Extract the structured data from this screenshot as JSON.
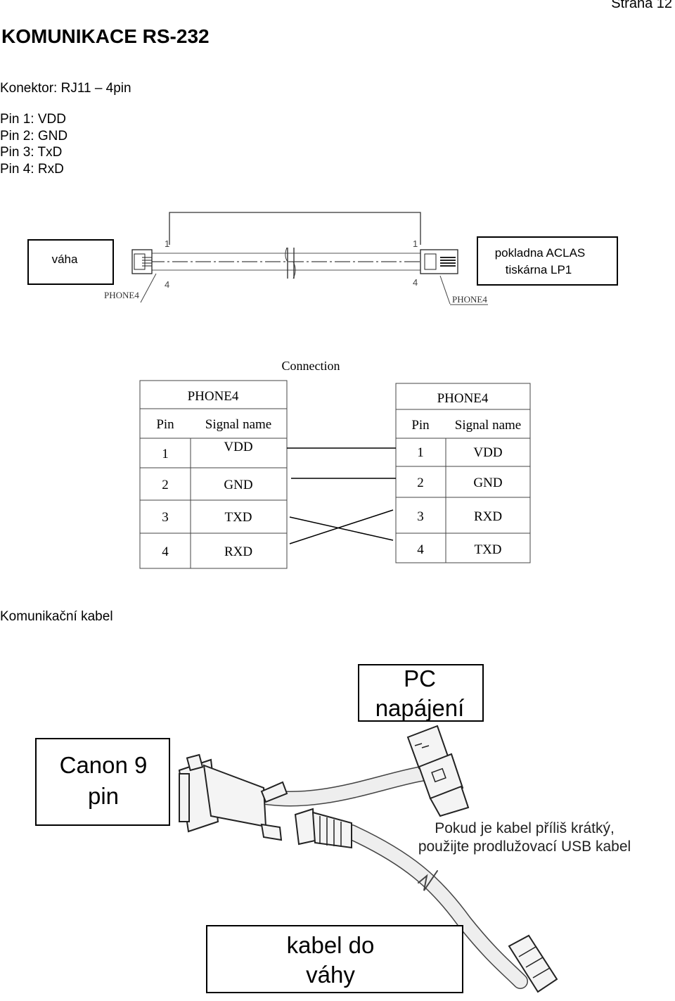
{
  "header": {
    "page_number": "Strana 12",
    "title": "KOMUNIKACE RS-232",
    "connector": "Konektor: RJ11 – 4pin"
  },
  "pins": [
    {
      "label": "Pin 1: VDD"
    },
    {
      "label": "Pin 2: GND"
    },
    {
      "label": "Pin 3: TxD"
    },
    {
      "label": "Pin 4: RxD"
    }
  ],
  "wiring_diagram": {
    "left_device": "váha",
    "right_device_line1": "pokladna ACLAS",
    "right_device_line2": "tiskárna LP1",
    "left_plug": "PHONE4",
    "right_plug": "PHONE4",
    "pin_1_marker": "1",
    "pin_4_marker": "4"
  },
  "connection_tables": {
    "caption": "Connection",
    "left": {
      "title": "PHONE4",
      "headers": [
        "Pin",
        "Signal name"
      ],
      "rows": [
        [
          "1",
          "VDD"
        ],
        [
          "2",
          "GND"
        ],
        [
          "3",
          "TXD"
        ],
        [
          "4",
          "RXD"
        ]
      ]
    },
    "right": {
      "title": "PHONE4",
      "headers": [
        "Pin",
        "Signal name"
      ],
      "rows": [
        [
          "1",
          "VDD"
        ],
        [
          "2",
          "GND"
        ],
        [
          "3",
          "RXD"
        ],
        [
          "4",
          "TXD"
        ]
      ]
    }
  },
  "cable_section": {
    "heading": "Komunikační kabel",
    "pc_label_line1": "PC",
    "pc_label_line2": "napájení",
    "canon_label_line1": "Canon 9",
    "canon_label_line2": "pin",
    "note_line1": "Pokud je kabel příliš krátký,",
    "note_line2": "použijte prodlužovací USB kabel",
    "scale_label_line1": "kabel do",
    "scale_label_line2": "váhy"
  }
}
